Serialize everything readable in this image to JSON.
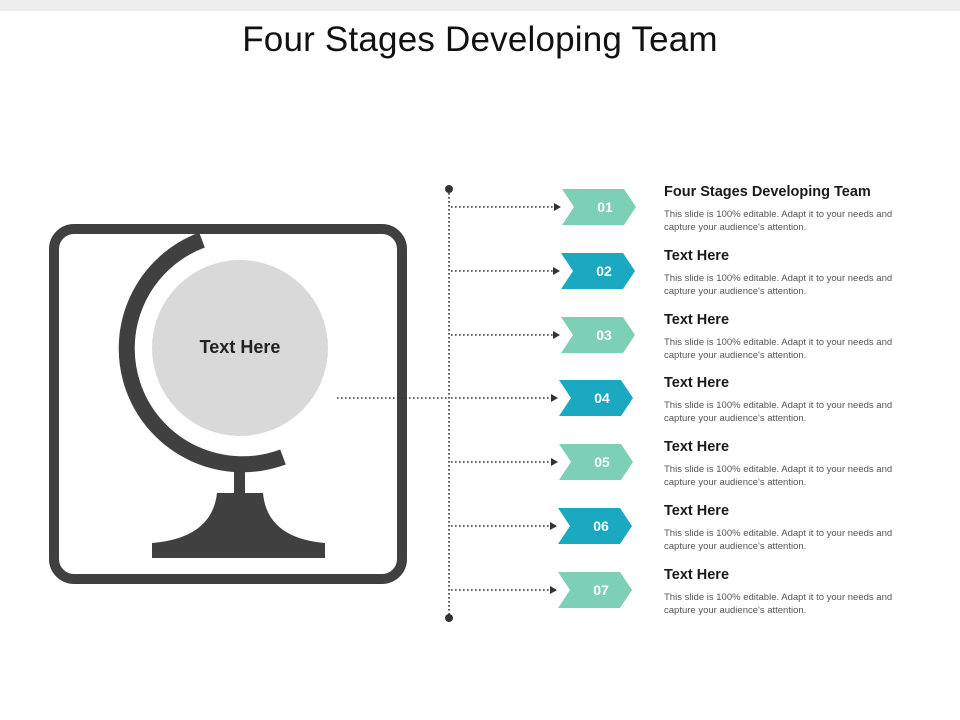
{
  "title": "Four Stages Developing Team",
  "globe": {
    "label": "Text Here",
    "icon": "globe-icon"
  },
  "colors": {
    "teal": "#1ba9c1",
    "mint": "#7dcfb6",
    "dark": "#404040",
    "light": "#d9d9d9"
  },
  "items": [
    {
      "number": "01",
      "color": "mint",
      "title": "Four Stages Developing Team",
      "body": "This slide is 100% editable.  Adapt it to your needs and capture your audience's attention."
    },
    {
      "number": "02",
      "color": "teal",
      "title": "Text Here",
      "body": "This slide is 100% editable.  Adapt it to your needs and capture your audience's attention."
    },
    {
      "number": "03",
      "color": "mint",
      "title": "Text Here",
      "body": "This slide is 100% editable.  Adapt it to your needs and capture your audience's attention."
    },
    {
      "number": "04",
      "color": "teal",
      "title": "Text Here",
      "body": "This slide is 100% editable.  Adapt it to your needs and capture your audience's attention."
    },
    {
      "number": "05",
      "color": "mint",
      "title": "Text Here",
      "body": "This slide is 100% editable.  Adapt it to your needs and capture your audience's attention."
    },
    {
      "number": "06",
      "color": "teal",
      "title": "Text Here",
      "body": "This slide is 100% editable.  Adapt it to your needs and capture your audience's attention."
    },
    {
      "number": "07",
      "color": "mint",
      "title": "Text Here",
      "body": "This slide is 100% editable.  Adapt it to your needs and capture your audience's attention."
    }
  ]
}
